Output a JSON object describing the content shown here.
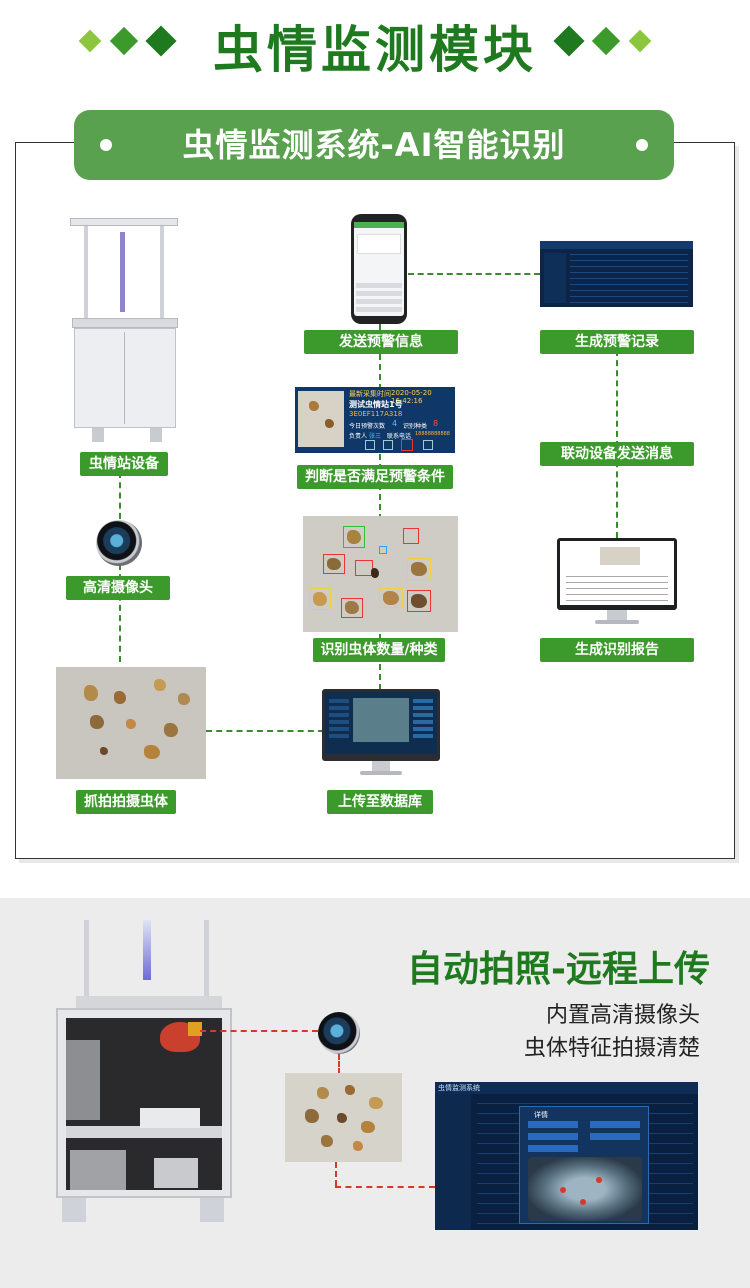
{
  "header": {
    "title": "虫情监测模块"
  },
  "banner": {
    "title": "虫情监测系统-AI智能识别"
  },
  "labels": {
    "station": "虫情站设备",
    "camera": "高清摄像头",
    "capture": "抓拍拍摄虫体",
    "upload": "上传至数据库",
    "identify": "识别虫体数量/种类",
    "judge": "判断是否满足预警条件",
    "send_warning": "发送预警信息",
    "gen_record": "生成预警记录",
    "linkage": "联动设备发送消息",
    "gen_report": "生成识别报告"
  },
  "station_card": {
    "time_label": "最新采集时间",
    "time_value": "2020-05-20 16:42:16",
    "station_name": "测试虫情站1号",
    "device_id": "3E0EF117A318",
    "warn_count_label": "今日预警次数",
    "warn_count_value": "4",
    "species_label": "识别种类",
    "species_value": "8",
    "person_label": "负责人",
    "person_value": "张三",
    "phone_label": "联系电话",
    "phone_value": "18888888888"
  },
  "lower": {
    "title": "自动拍照-远程上传",
    "line1": "内置高清摄像头",
    "line2": "虫体特征拍摄清楚",
    "dashboard_title": "虫情监测系统",
    "dialog_title": "详情"
  },
  "colors": {
    "brand_green": "#1f7a1f",
    "label_green": "#3c9a2c",
    "banner_green": "#5aa14f",
    "alert_red": "#d23a2a"
  }
}
